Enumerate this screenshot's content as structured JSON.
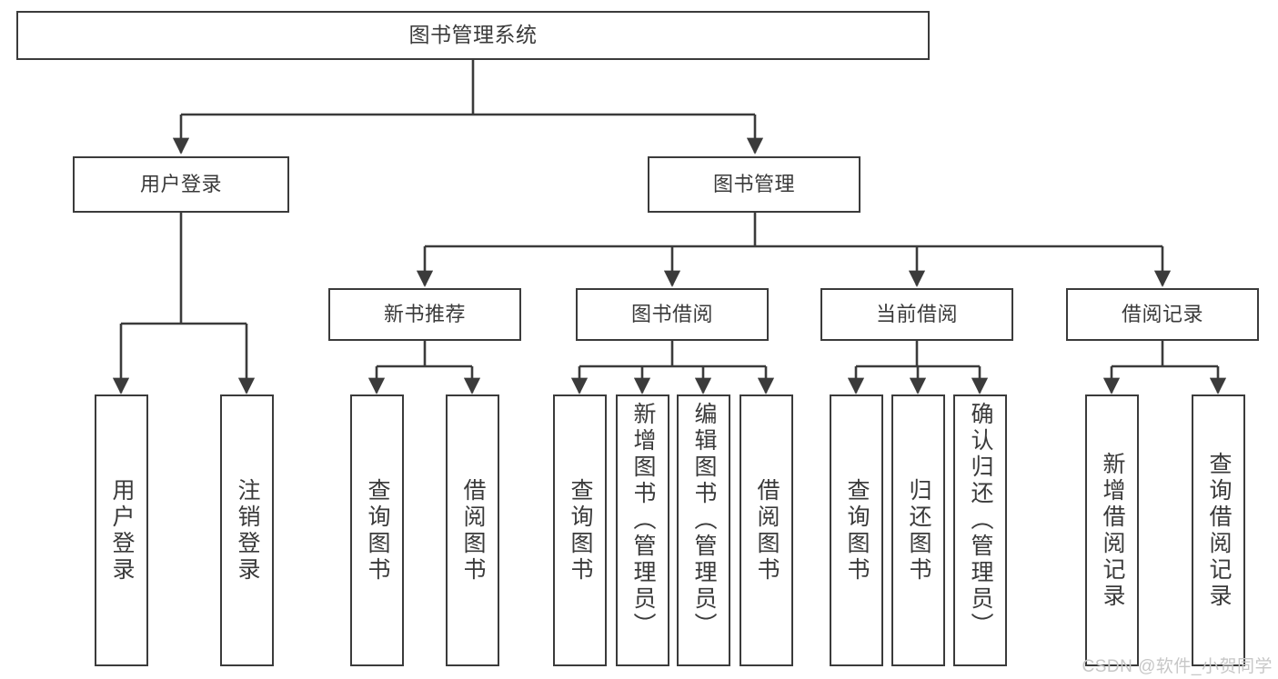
{
  "diagram": {
    "title": "图书管理系统",
    "type": "hierarchy-tree",
    "background_color": "#ffffff",
    "box_border_color": "#3b3b3b",
    "text_color": "#3a3a3a",
    "root": {
      "label": "图书管理系统"
    },
    "level2": [
      {
        "label": "用户登录"
      },
      {
        "label": "图书管理"
      }
    ],
    "level3": [
      {
        "label": "新书推荐"
      },
      {
        "label": "图书借阅"
      },
      {
        "label": "当前借阅"
      },
      {
        "label": "借阅记录"
      }
    ],
    "leaves": {
      "user_login": [
        {
          "label": "用户登录"
        },
        {
          "label": "注销登录"
        }
      ],
      "new_book_recommend": [
        {
          "label": "查询图书"
        },
        {
          "label": "借阅图书"
        }
      ],
      "book_borrow": [
        {
          "label": "查询图书"
        },
        {
          "label": "新增图书（管理员）"
        },
        {
          "label": "编辑图书（管理员）"
        },
        {
          "label": "借阅图书"
        }
      ],
      "current_borrow": [
        {
          "label": "查询图书"
        },
        {
          "label": "归还图书"
        },
        {
          "label": "确认归还（管理员）"
        }
      ],
      "borrow_record": [
        {
          "label": "新增借阅记录"
        },
        {
          "label": "查询借阅记录"
        }
      ]
    }
  },
  "watermark": {
    "text": "CSDN @软件_小贺同学"
  }
}
